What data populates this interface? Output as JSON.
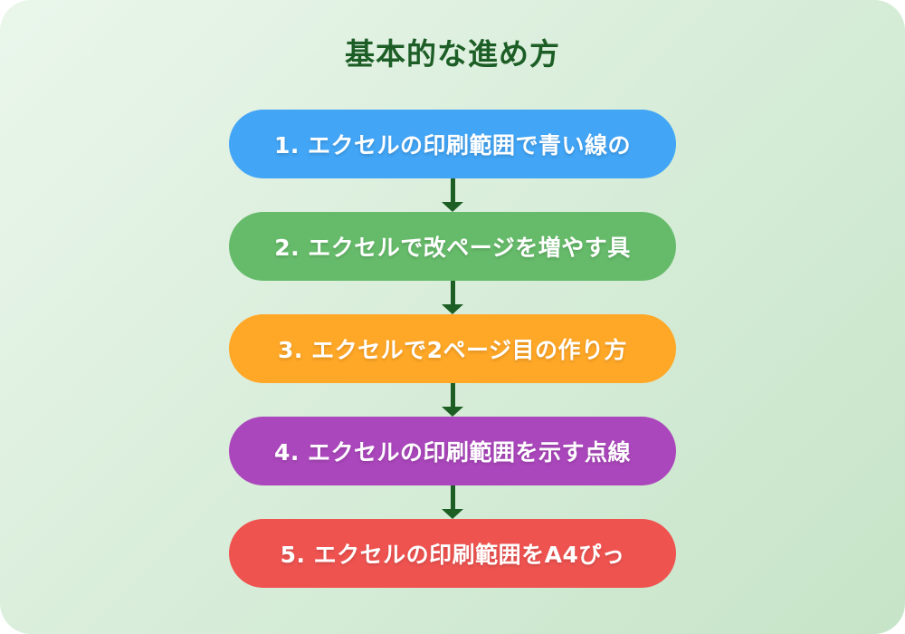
{
  "title": "基本的な進め方",
  "theme": {
    "background_from": "#eaf6eb",
    "background_to": "#c6e4c8",
    "title_color": "#1c5e26",
    "arrow_color": "#1c5e24",
    "step_text_color": "#ffffff"
  },
  "steps": [
    {
      "label": "1. エクセルの印刷範囲で青い線の",
      "color": "#42a5f5"
    },
    {
      "label": "2. エクセルで改ページを増やす具",
      "color": "#66bb6a"
    },
    {
      "label": "3. エクセルで2ページ目の作り方",
      "color": "#ffa726"
    },
    {
      "label": "4. エクセルの印刷範囲を示す点線",
      "color": "#ab47bc"
    },
    {
      "label": "5. エクセルの印刷範囲をA4ぴっ",
      "color": "#ef5350"
    }
  ]
}
